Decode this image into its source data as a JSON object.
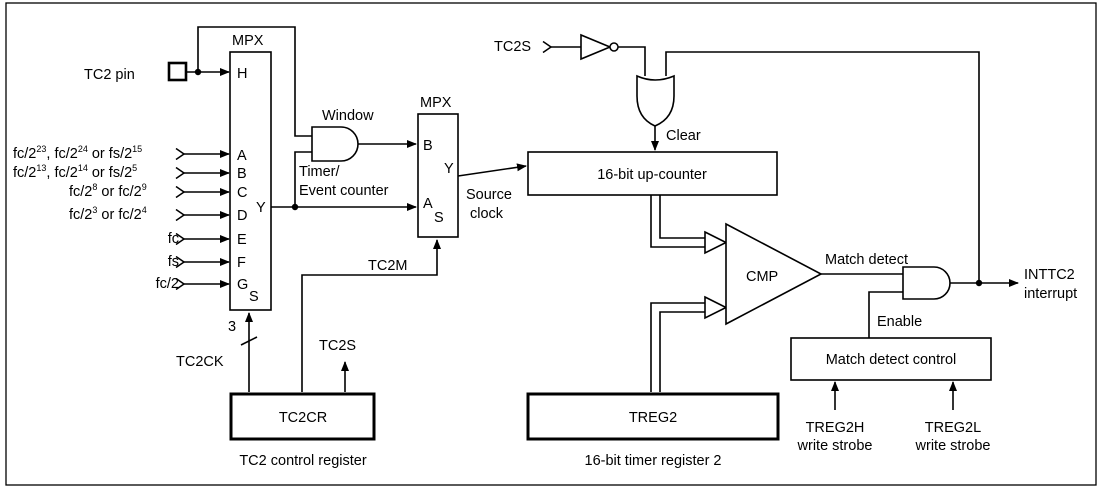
{
  "colors": {
    "line": "#000000",
    "background": "#ffffff"
  },
  "labels": {
    "tc2_pin": "TC2 pin",
    "mpx1": "MPX",
    "mpx2": "MPX",
    "window": "Window",
    "timer": "Timer/",
    "event_counter": "Event counter",
    "source": "Source",
    "clock": "clock",
    "tc2s_top": "TC2S",
    "clear": "Clear",
    "counter": "16-bit up-counter",
    "cmp": "CMP",
    "match_detect": "Match detect",
    "enable": "Enable",
    "intc": "INTTC2",
    "interrupt": "interrupt",
    "tc2m": "TC2M",
    "three": "3",
    "tc2ck": "TC2CK",
    "tc2s_out": "TC2S",
    "tc2cr": "TC2CR",
    "tc2cr_caption": "TC2 control register",
    "treg2": "TREG2",
    "treg2_caption": "16-bit timer register 2",
    "mdc": "Match detect control",
    "treg2h": "TREG2H",
    "treg2l": "TREG2L",
    "write_strobe": "write strobe"
  },
  "mux1_ports": {
    "H": "H",
    "A": "A",
    "B": "B",
    "C": "C",
    "D": "D",
    "E": "E",
    "F": "F",
    "G": "G",
    "S": "S",
    "Y": "Y"
  },
  "mux2_ports": {
    "B": "B",
    "A": "A",
    "S": "S",
    "Y": "Y"
  },
  "clock_inputs": {
    "a_p1": "fc/2",
    "a_e1": "23",
    "a_p2": ", fc/2",
    "a_e2": "24",
    "a_p3": " or fs/2",
    "a_e3": "15",
    "b_p1": "fc/2",
    "b_e1": "13",
    "b_p2": ", fc/2",
    "b_e2": "14",
    "b_p3": " or fs/2",
    "b_e3": "5",
    "c_p1": "fc/2",
    "c_e1": "8",
    "c_p2": " or fc/2",
    "c_e2": "9",
    "d_p1": "fc/2",
    "d_e1": "3",
    "d_p2": " or fc/2",
    "d_e2": "4",
    "e": "fc",
    "f": "fs",
    "g": "fc/2"
  }
}
